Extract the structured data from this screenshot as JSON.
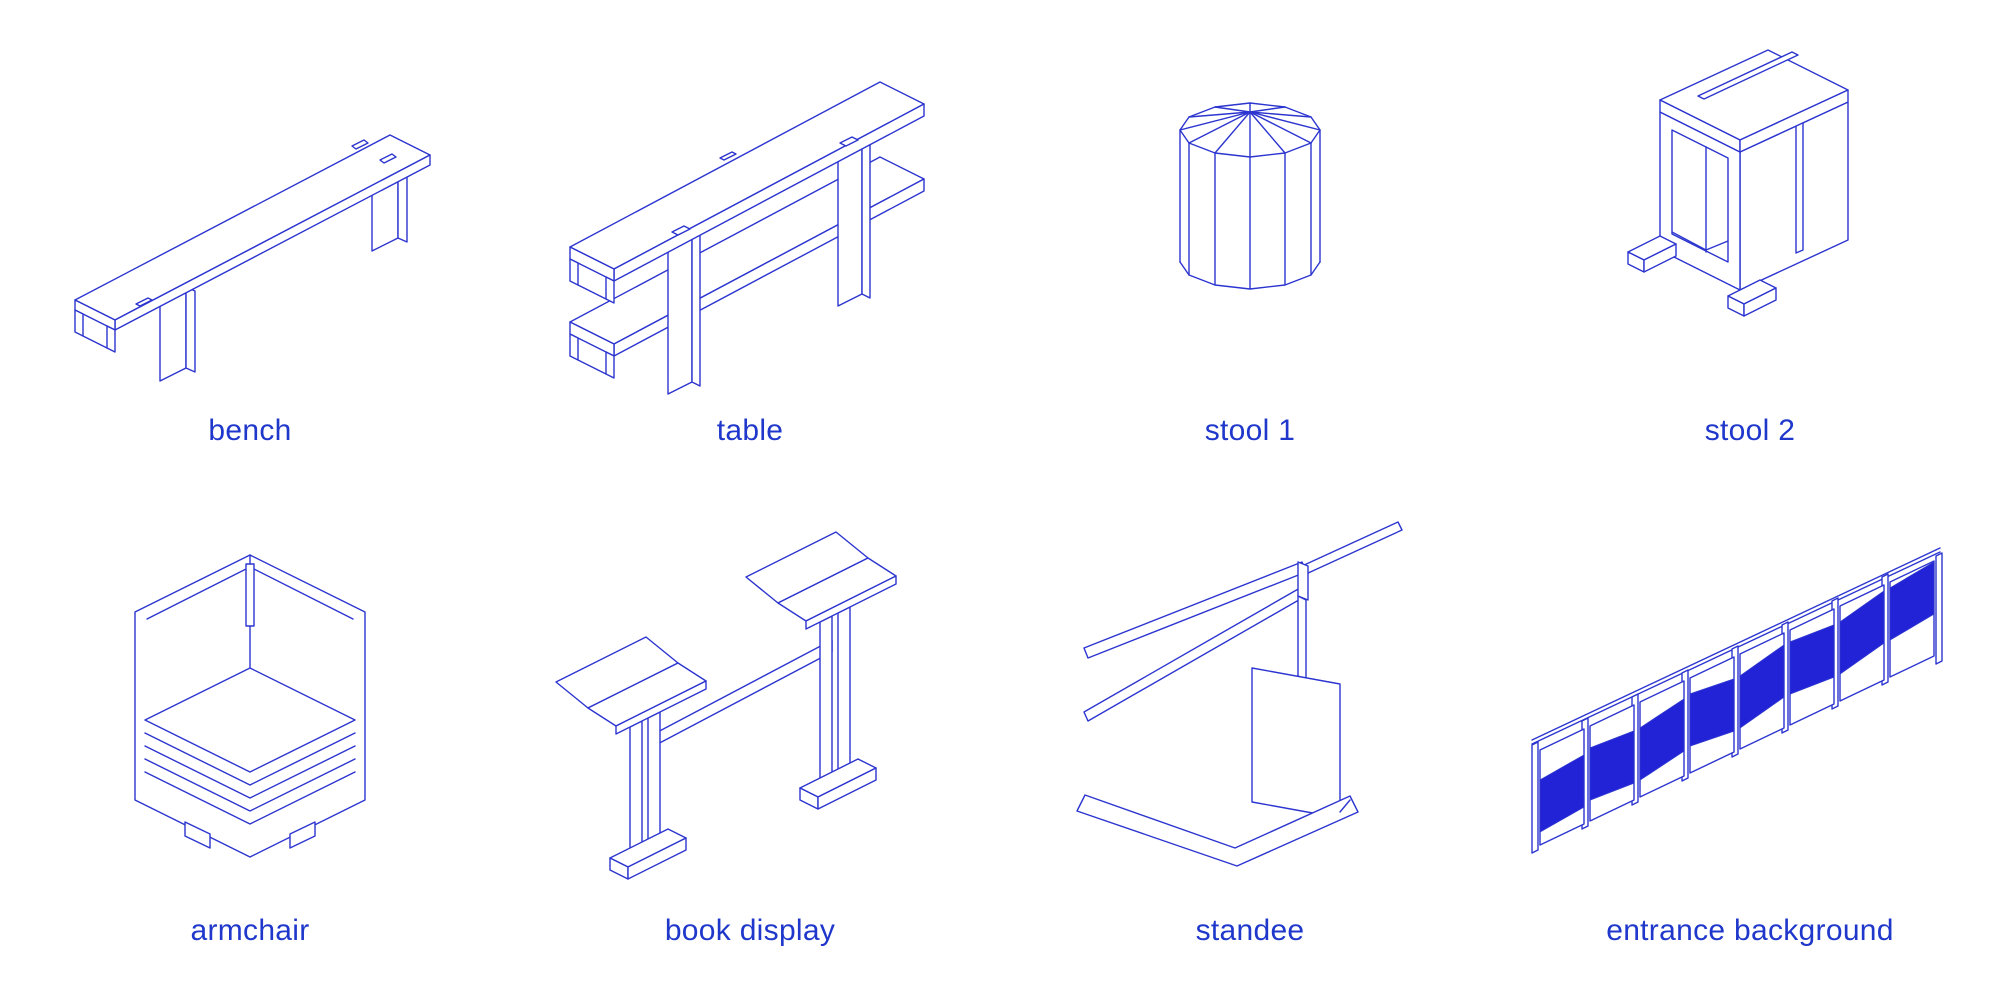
{
  "page": {
    "background": "#ffffff"
  },
  "palette": {
    "line": "#2c35cf",
    "banner": "#2222d6",
    "label_text": "#1f38cb"
  },
  "figures": [
    {
      "label": "bench"
    },
    {
      "label": "table"
    },
    {
      "label": "stool 1"
    },
    {
      "label": "stool 2"
    },
    {
      "label": "armchair"
    },
    {
      "label": "book display"
    },
    {
      "label": "standee"
    },
    {
      "label": "entrance background"
    }
  ]
}
